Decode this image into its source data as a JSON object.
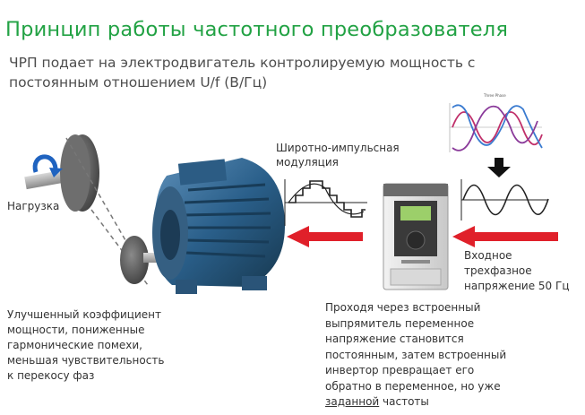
{
  "title": "Принцип работы частотного преобразователя",
  "subtitle_lines": [
    "ЧРП подает на электродвигатель контролируемую мощность с",
    "постоянным отношением U/f (В/Гц)"
  ],
  "load_label": "Нагрузка",
  "pwm_label_lines": [
    "Широтно-импульсная",
    "модуляция"
  ],
  "input_label_lines": [
    "Входное",
    "трехфазное",
    "напряжение 50 Гц"
  ],
  "three_phase_chart_title": "Three Phase",
  "left_text_lines": [
    "Улучшенный коэффициент",
    "мощности, пониженные",
    "гармонические помехи,",
    "меньшая чувствительность",
    "к перекосу фаз"
  ],
  "right_text_lines": [
    "Проходя через встроенный",
    "выпрямитель переменное",
    "напряжение становится",
    "постоянным, затем встроенный",
    "инвертор превращает его",
    "обратно в переменное, но уже"
  ],
  "right_text_last": {
    "underlined": "заданной",
    "rest": " частоты"
  },
  "colors": {
    "title_green": "#22a244",
    "arrow_red": "#e0202a",
    "motor_blue": "#2a5f8a",
    "phase_a": "#c0306a",
    "phase_b": "#3a7bd0",
    "phase_c": "#8a3a9a"
  }
}
